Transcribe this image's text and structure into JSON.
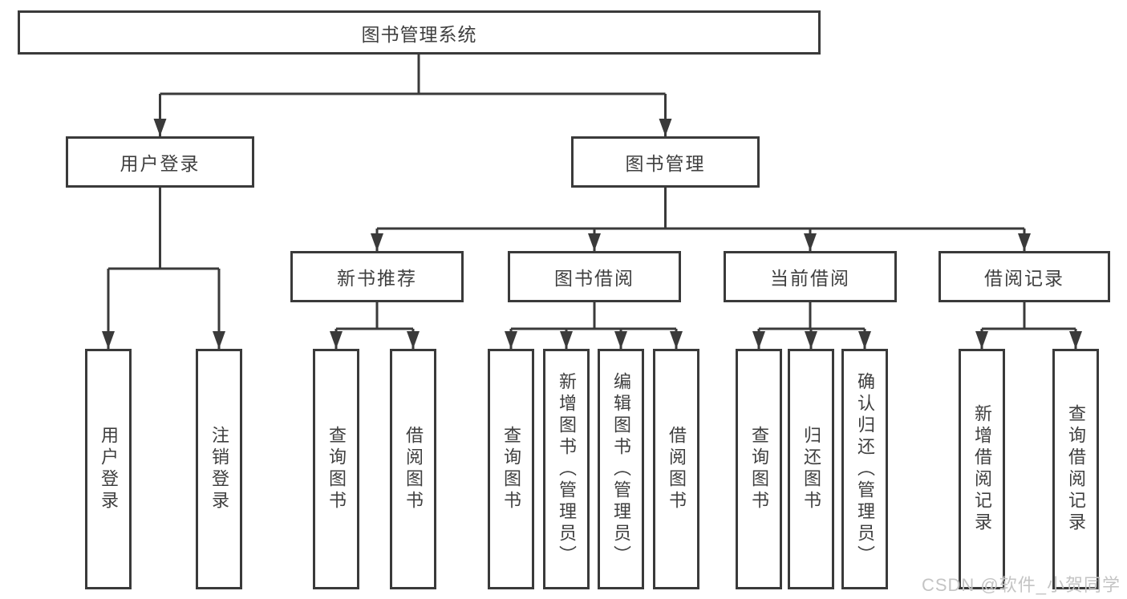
{
  "diagram": {
    "root": {
      "label": "图书管理系统"
    },
    "branches": [
      {
        "label": "用户登录",
        "children": [
          {
            "label": "用户登录"
          },
          {
            "label": "注销登录"
          }
        ]
      },
      {
        "label": "图书管理",
        "children": [
          {
            "label": "新书推荐",
            "children": [
              {
                "label": "查询图书"
              },
              {
                "label": "借阅图书"
              }
            ]
          },
          {
            "label": "图书借阅",
            "children": [
              {
                "label": "查询图书"
              },
              {
                "label": "新增图书（管理员）"
              },
              {
                "label": "编辑图书（管理员）"
              },
              {
                "label": "借阅图书"
              }
            ]
          },
          {
            "label": "当前借阅",
            "children": [
              {
                "label": "查询图书"
              },
              {
                "label": "归还图书"
              },
              {
                "label": "确认归还（管理员）"
              }
            ]
          },
          {
            "label": "借阅记录",
            "children": [
              {
                "label": "新增借阅记录"
              },
              {
                "label": "查询借阅记录"
              }
            ]
          }
        ]
      }
    ]
  },
  "watermark": {
    "text": "CSDN @软件_小贺同学"
  },
  "colors": {
    "line": "#3a3a3a",
    "text": "#3f3f3f",
    "watermark": "#c4c4c4",
    "background": "#ffffff"
  }
}
